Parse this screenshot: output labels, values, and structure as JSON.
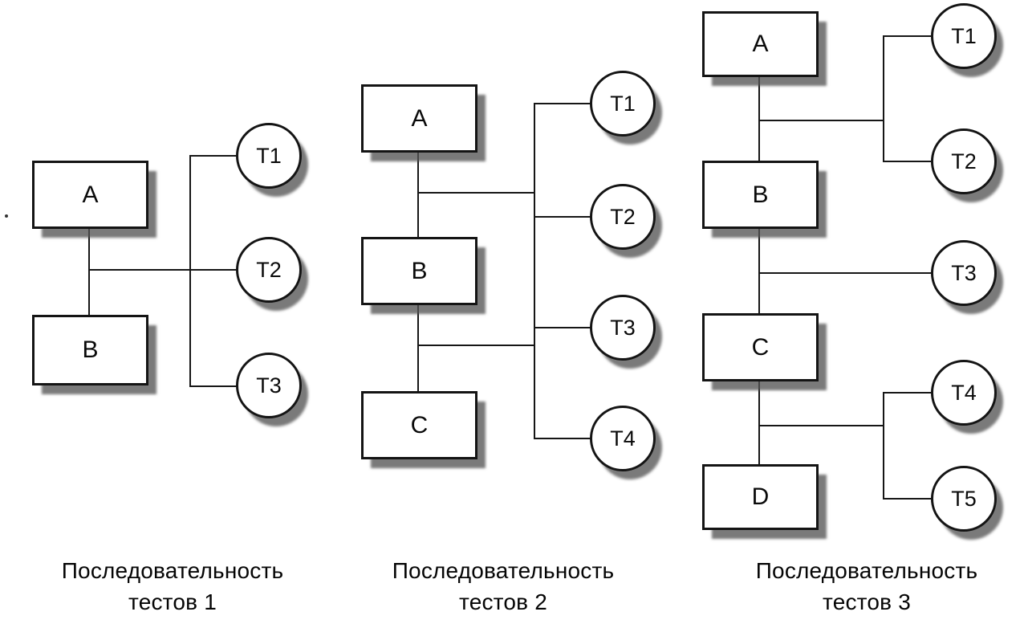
{
  "colors": {
    "line": "#161616",
    "shadow": "#8a8a8a",
    "node_fill": "#ffffff",
    "background": "#ffffff"
  },
  "diagrams": [
    {
      "caption": {
        "line1": "Последовательность",
        "line2": "тестов 1"
      },
      "boxes": [
        {
          "label": "A"
        },
        {
          "label": "B"
        }
      ],
      "tests": [
        {
          "label": "T1"
        },
        {
          "label": "T2"
        },
        {
          "label": "T3"
        }
      ]
    },
    {
      "caption": {
        "line1": "Последовательность",
        "line2": "тестов 2"
      },
      "boxes": [
        {
          "label": "A"
        },
        {
          "label": "B"
        },
        {
          "label": "C"
        }
      ],
      "tests": [
        {
          "label": "T1"
        },
        {
          "label": "T2"
        },
        {
          "label": "T3"
        },
        {
          "label": "T4"
        }
      ]
    },
    {
      "caption": {
        "line1": "Последовательность",
        "line2": "тестов 3"
      },
      "boxes": [
        {
          "label": "A"
        },
        {
          "label": "B"
        },
        {
          "label": "C"
        },
        {
          "label": "D"
        }
      ],
      "tests": [
        {
          "label": "T1"
        },
        {
          "label": "T2"
        },
        {
          "label": "T3"
        },
        {
          "label": "T4"
        },
        {
          "label": "T5"
        }
      ]
    }
  ]
}
